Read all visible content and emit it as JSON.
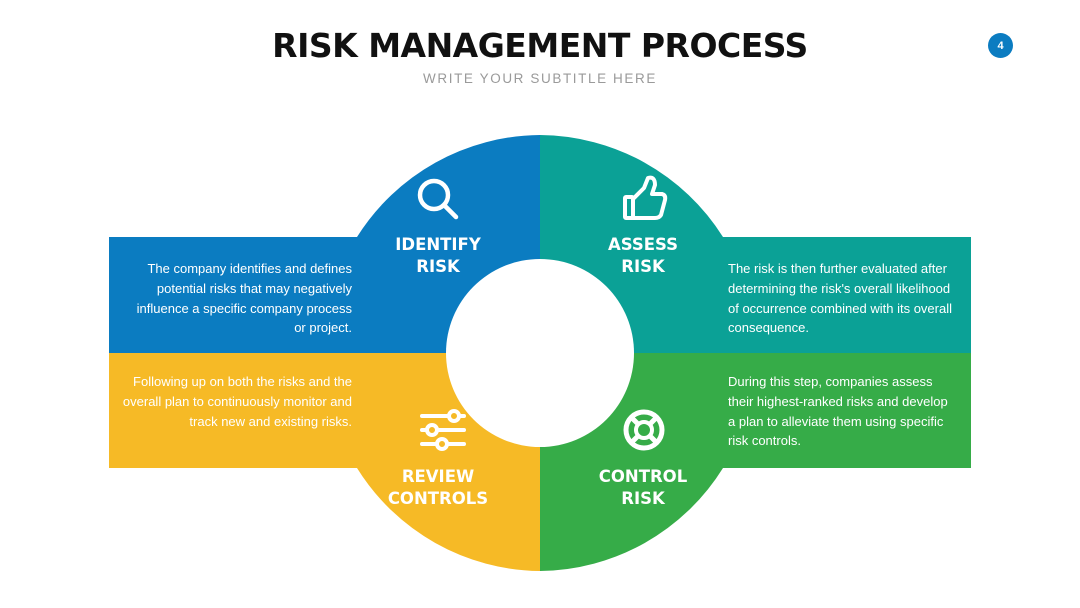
{
  "header": {
    "title": "RISK MANAGEMENT PROCESS",
    "subtitle": "WRITE YOUR SUBTITLE HERE",
    "page_number": "4"
  },
  "colors": {
    "blue": "#0B7CC1",
    "teal": "#0BA196",
    "yellow": "#F6BA26",
    "green": "#36AC48",
    "badge": "#0B7CC1"
  },
  "steps": {
    "identify": {
      "label": "IDENTIFY\nRISK",
      "icon": "magnifier-icon",
      "description": "The company identifies and defines potential risks that may negatively influence a specific company process or project."
    },
    "assess": {
      "label": "ASSESS\nRISK",
      "icon": "thumbs-up-icon",
      "description": "The risk is then further evaluated after determining the risk's overall likelihood of occurrence combined with its overall consequence."
    },
    "review": {
      "label": "REVIEW\nCONTROLS",
      "icon": "sliders-icon",
      "description": "Following up on both the risks and the overall plan to continuously monitor and track new and existing risks."
    },
    "control": {
      "label": "CONTROL\nRISK",
      "icon": "lifebuoy-icon",
      "description": "During this step, companies assess their highest-ranked risks and develop a plan to alleviate them using specific risk controls."
    }
  }
}
